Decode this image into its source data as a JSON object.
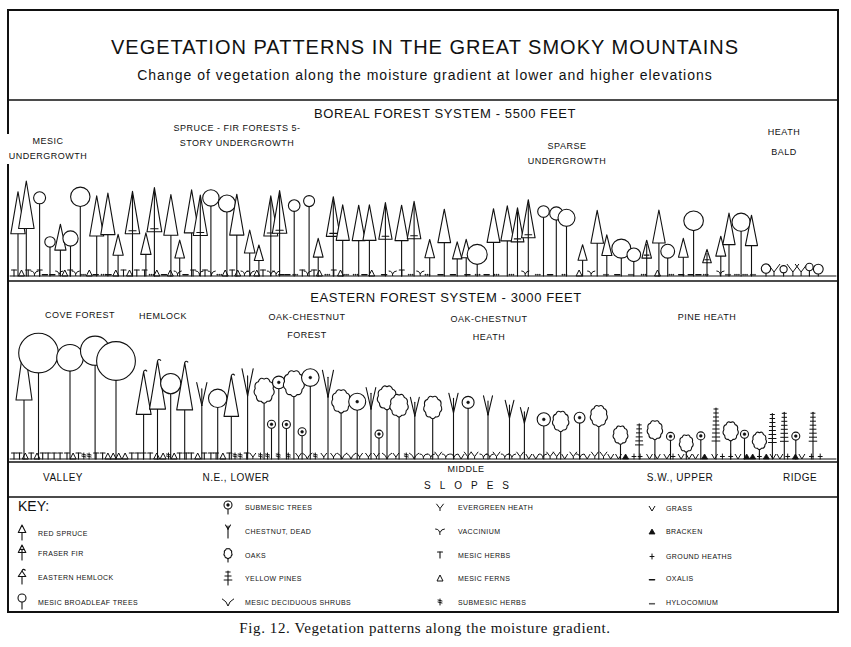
{
  "diagram": {
    "title": "VEGETATION PATTERNS IN THE GREAT SMOKY MOUNTAINS",
    "caption": "Fig. 12. Vegetation patterns along the moisture gradient.",
    "nodes": [
      {
        "text": [
          "BOREAL FOREST SYSTEM - 5500 FEET",
          "MESIC UNDERGROWTH",
          "SPRUCE - FIR FORESTS 5-STORY UNDERGROWTH",
          "SPARSE UNDERGROWTH",
          "HEATH BALD"
        ]
      },
      {
        "text": [
          "EASTERN FOREST SYSTEM - 3000 FEET",
          "COVE FOREST",
          "HEMLOCK",
          "OAK-CHESTNUT FOREST",
          "OAK-CHESTNUT HEATH",
          "PINE HEATH"
        ]
      },
      {
        "text": [
          "VALLEY",
          "N.E., LOWER",
          "MIDDLE",
          "SLOPES",
          "S.W., UPPER",
          "RIDGE"
        ]
      },
      {
        "text": [
          "KEY:"
        ]
      }
    ],
    "labels": [
      "Change of vegetation along the moisture gradient at lower and higher elevations"
    ],
    "legend": [
      {
        "text": "RED SPRUCE"
      },
      {
        "text": "FRASER FIR"
      },
      {
        "text": "EASTERN HEMLOCK"
      },
      {
        "text": "MESIC BROADLEAF TREES"
      },
      {
        "text": "SUBMESIC TREES"
      },
      {
        "text": "CHESTNUT, DEAD"
      },
      {
        "text": "OAKS"
      },
      {
        "text": "YELLOW PINES"
      },
      {
        "text": "MESIC DECIDUOUS SHRUBS"
      },
      {
        "text": "EVERGREEN HEATH"
      },
      {
        "text": "VACCINIUM"
      },
      {
        "text": "MESIC HERBS"
      },
      {
        "text": "MESIC FERNS"
      },
      {
        "text": "SUBMESIC HERBS"
      },
      {
        "text": "GRASS"
      },
      {
        "text": "BRACKEN"
      },
      {
        "text": "GROUND HEATHS"
      },
      {
        "text": "OXALIS"
      },
      {
        "text": "HYLOCOMIUM"
      }
    ]
  }
}
